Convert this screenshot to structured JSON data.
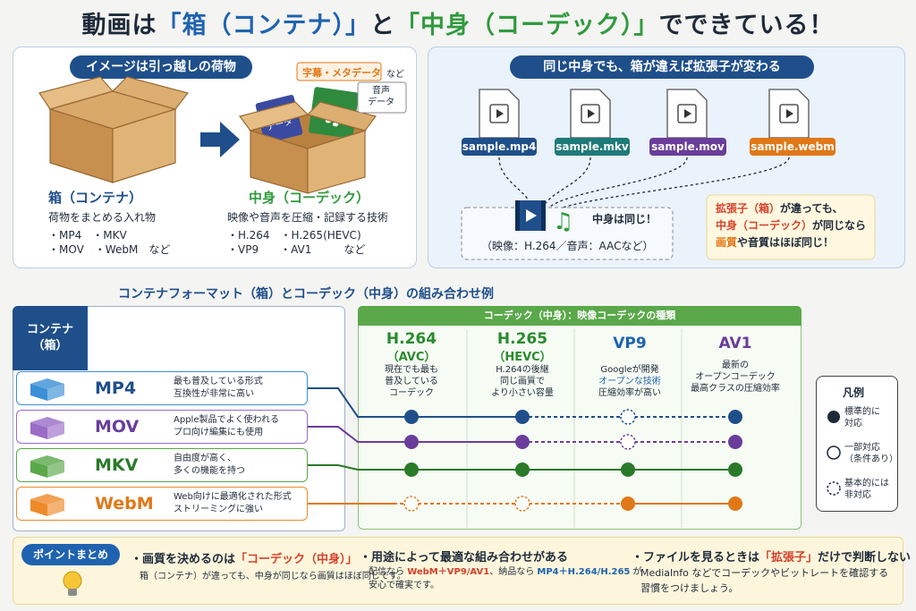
{
  "title": {
    "part1": "動画は",
    "box_quote": "「箱（コンテナ）」",
    "part2": "と",
    "codec_quote": "「中身（コーデック）」",
    "part3": "でできている！"
  },
  "left_panel": {
    "pill": "イメージは引っ越しの荷物",
    "tags": {
      "subtitle": "字幕・メタデータ",
      "nado": "など",
      "video": "映像\nデータ",
      "audio": "音声\nデータ"
    },
    "box": {
      "heading": "箱（コンテナ）",
      "desc": "荷物をまとめる入れ物",
      "list1": "・MP4　・MKV",
      "list2": "・MOV　・WebM　など"
    },
    "content": {
      "heading": "中身（コーデック）",
      "desc": "映像や音声を圧縮・記録する技術",
      "list1": "・H.264　・H.265(HEVC)",
      "list2": "・VP9　　・AV1　　　など"
    }
  },
  "right_panel": {
    "pill": "同じ中身でも、箱が違えば拡張子が変わる",
    "files": [
      {
        "label": "sample.mp4",
        "color": "#1f4f8a"
      },
      {
        "label": "sample.mkv",
        "color": "#1f7a7a"
      },
      {
        "label": "sample.mov",
        "color": "#6a3d9a"
      },
      {
        "label": "sample.webm",
        "color": "#e07818"
      }
    ],
    "same_content": "中身は同じ！",
    "content_detail": "（映像：H.264／音声：AACなど）",
    "note": {
      "l1a": "拡張子（箱）",
      "l1b": "が違っても、",
      "l2a": "中身（コーデック）",
      "l2b": "が同じなら",
      "l3a": "画質",
      "l3b": "や音質はほぼ同じ！"
    }
  },
  "comparison": {
    "section_title": "コンテナフォーマット（箱）とコーデック（中身）の組み合わせ例",
    "container_head": "コンテナ\n（箱）",
    "codec_head": "コーデック（中身）：映像コーデックの種類",
    "codecs": [
      {
        "name": "H.264",
        "sub": "（AVC）",
        "desc": [
          "現在でも最も",
          "普及している",
          "コーデック"
        ]
      },
      {
        "name": "H.265",
        "sub": "（HEVC）",
        "desc": [
          "H.264の後継",
          "同じ画質で",
          "より小さい容量"
        ]
      },
      {
        "name": "VP9",
        "sub": "",
        "desc": [
          "Googleが開発",
          "オープンな技術",
          "圧縮効率が高い"
        ]
      },
      {
        "name": "AV1",
        "sub": "",
        "desc": [
          "最新の",
          "オープンコーデック",
          "最高クラスの圧縮効率"
        ]
      }
    ],
    "containers": [
      {
        "name": "MP4",
        "color": "#1f4f8a",
        "box_color": "#3b8fd6",
        "desc": [
          "最も普及している形式",
          "互換性が非常に高い"
        ],
        "support": [
          "full",
          "full",
          "none",
          "full"
        ]
      },
      {
        "name": "MOV",
        "color": "#6a3d9a",
        "box_color": "#9a6cc8",
        "desc": [
          "Apple製品でよく使われる",
          "プロ向け編集にも使用"
        ],
        "support": [
          "full",
          "full",
          "none",
          "full"
        ]
      },
      {
        "name": "MKV",
        "color": "#2a7a2a",
        "box_color": "#5aa84a",
        "desc": [
          "自由度が高く、",
          "多くの機能を持つ"
        ],
        "support": [
          "full",
          "full",
          "full",
          "full"
        ]
      },
      {
        "name": "WebM",
        "color": "#e07818",
        "box_color": "#ee8a2a",
        "desc": [
          "Web向けに最適化された形式",
          "ストリーミングに強い"
        ],
        "support": [
          "none",
          "none",
          "full",
          "full"
        ]
      }
    ],
    "legend": {
      "title": "凡例",
      "full": "標準的に\n対応",
      "partial": "一部対応\n（条件あり）",
      "none": "基本的には\n非対応"
    }
  },
  "points": {
    "pill": "ポイントまとめ",
    "p1": {
      "title_a": "・画質を決めるのは",
      "title_b": "「コーデック（中身）」",
      "body": "箱（コンテナ）が違っても、中身が同じなら画質はほぼ同じです。"
    },
    "p2": {
      "title": "・用途によって最適な組み合わせがある",
      "b1": "配信なら ",
      "b2": "WebM＋VP9/AV1",
      "b3": "、納品なら ",
      "b4": "MP4＋H.264/H.265",
      "b5": " が",
      "b6": "安心で確実です。"
    },
    "p3": {
      "title_a": "・ファイルを見るときは",
      "title_b": "「拡張子」",
      "title_c": "だけで判断しない",
      "body1": "MediaInfo などでコーデックやビットレートを確認する",
      "body2": "習慣をつけましょう。"
    }
  }
}
